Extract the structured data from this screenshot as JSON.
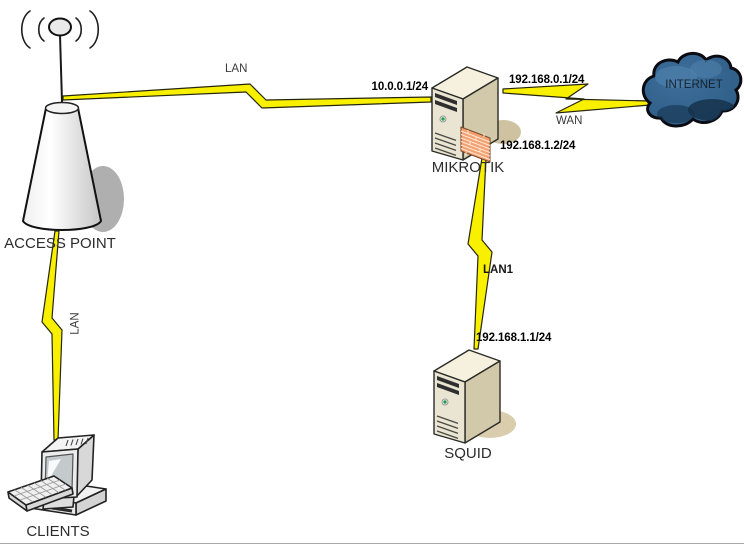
{
  "nodes": {
    "access_point": {
      "label": "ACCESS POINT"
    },
    "clients": {
      "label": "CLIENTS"
    },
    "mikrotik": {
      "label": "MIKROTIK"
    },
    "squid": {
      "label": "SQUID"
    },
    "internet": {
      "label": "INTERNET"
    }
  },
  "links": {
    "ap_to_mikrotik": {
      "label": "LAN",
      "ip_label": "10.0.0.1/24"
    },
    "mikrotik_to_internet": {
      "label": "WAN",
      "ip_label": "192.168.0.1/24"
    },
    "mikrotik_to_squid": {
      "label": "LAN1",
      "ip_label_mikrotik_side": "192.168.1.2/24",
      "ip_label_squid_side": "192.168.1.1/24"
    },
    "ap_to_clients": {
      "label": "LAN"
    }
  },
  "colors": {
    "background": "#FFFFFF",
    "lightning_fill": "#F9F000",
    "lightning_outline": "#26260F",
    "cloud_fill": "#2B5C85",
    "cloud_highlight": "#4E80AC",
    "cloud_shadow": "#16324C",
    "server_front": "#EAE5D2",
    "server_side": "#D2C9AA",
    "server_top": "#F5F1DE",
    "firewall_bricks": "#F4A071",
    "led_green": "#2E9E4F"
  }
}
